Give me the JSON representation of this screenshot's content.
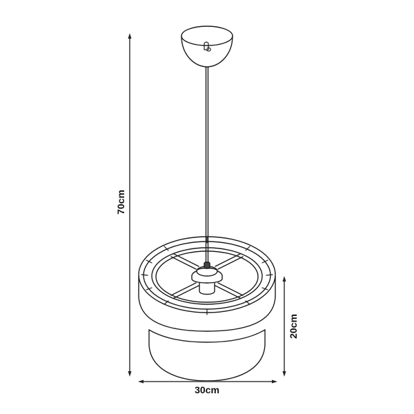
{
  "diagram": {
    "subject": "pendant lamp dimension drawing",
    "line_color": "#1a1a1a",
    "dimension_line_color": "#555555",
    "background": "#ffffff"
  },
  "dimensions": {
    "total_height": {
      "label": "70cm",
      "orientation": "vertical"
    },
    "shade_height": {
      "label": "20cm",
      "orientation": "vertical"
    },
    "shade_width": {
      "label": "30cm",
      "orientation": "horizontal"
    }
  },
  "parts": [
    {
      "name": "ceiling-canopy"
    },
    {
      "name": "suspension-cable"
    },
    {
      "name": "lamp-socket"
    },
    {
      "name": "shade-frame-spokes",
      "count": 4
    },
    {
      "name": "shade-upper-drum"
    },
    {
      "name": "shade-lower-drum"
    }
  ]
}
